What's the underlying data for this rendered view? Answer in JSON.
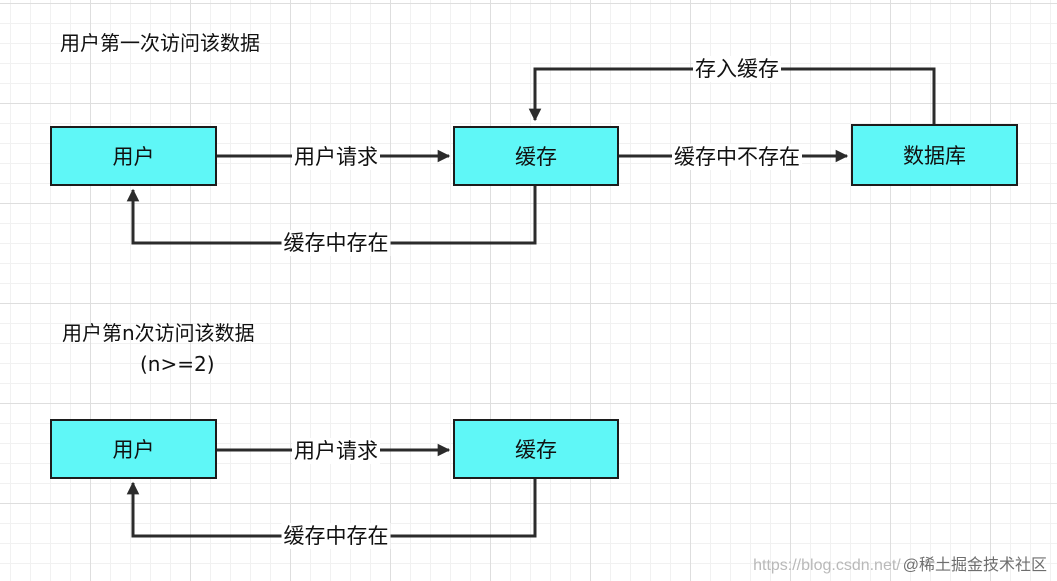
{
  "diagram": {
    "colors": {
      "node_fill": "#5ff7f7",
      "node_border": "#1c1c1c",
      "edge": "#2b2b2b",
      "grid_major": "#dedede",
      "grid_minor": "#f1f1f1"
    },
    "first_access": {
      "title": "用户第一次访问该数据",
      "nodes": {
        "user": "用户",
        "cache": "缓存",
        "database": "数据库"
      },
      "edges": {
        "user_to_cache": "用户请求",
        "cache_to_database": "缓存中不存在",
        "database_to_cache": "存入缓存",
        "cache_to_user": "缓存中存在"
      }
    },
    "nth_access": {
      "title": "用户第n次访问该数据",
      "subtitle": "(n>=2)",
      "nodes": {
        "user": "用户",
        "cache": "缓存"
      },
      "edges": {
        "user_to_cache": "用户请求",
        "cache_to_user": "缓存中存在"
      }
    }
  },
  "watermark": {
    "url_text": "https://blog.csdn.net/",
    "author_text": "@稀土掘金技术社区"
  }
}
